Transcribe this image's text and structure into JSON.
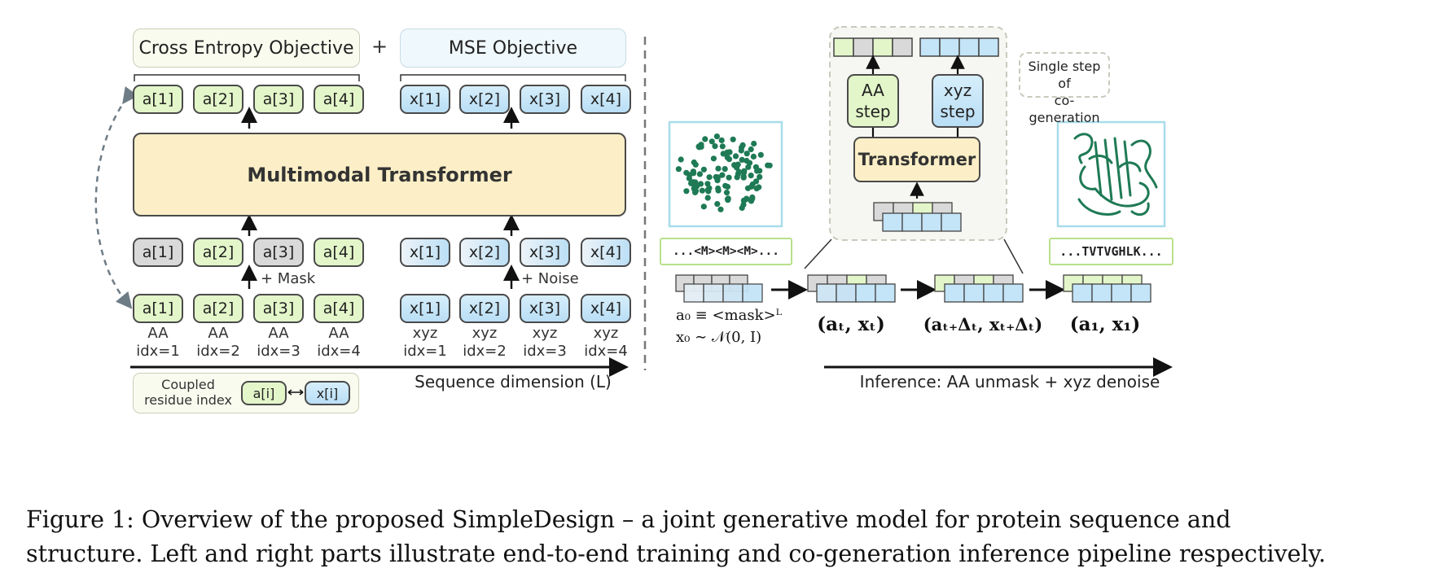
{
  "left": {
    "objective_ce": "Cross Entropy Objective",
    "plus": "+",
    "objective_mse": "MSE Objective",
    "transformer": "Multimodal Transformer",
    "aa_tokens": [
      "a[1]",
      "a[2]",
      "a[3]",
      "a[4]"
    ],
    "xyz_tokens": [
      "x[1]",
      "x[2]",
      "x[3]",
      "x[4]"
    ],
    "mask_label": "+ Mask",
    "noise_label": "+ Noise",
    "aa_index_labels": [
      [
        "AA",
        "idx=1"
      ],
      [
        "AA",
        "idx=2"
      ],
      [
        "AA",
        "idx=3"
      ],
      [
        "AA",
        "idx=4"
      ]
    ],
    "xyz_index_labels": [
      [
        "xyz",
        "idx=1"
      ],
      [
        "xyz",
        "idx=2"
      ],
      [
        "xyz",
        "idx=3"
      ],
      [
        "xyz",
        "idx=4"
      ]
    ],
    "seq_dimension": "Sequence dimension (L)",
    "legend": {
      "line1": "Coupled",
      "line2": "residue index",
      "aa": "a[i]",
      "xyz": "x[i]"
    }
  },
  "right": {
    "aa_step": [
      "AA",
      "step"
    ],
    "xyz_step": [
      "xyz",
      "step"
    ],
    "transformer": "Transformer",
    "single_step": [
      "Single step of",
      "co-generation"
    ],
    "mask_seq": "...<M><M><M>...",
    "final_seq": "...TVTVGHLK...",
    "init_a": "a₀ ≡ <mask>ᴸ",
    "init_x": "x₀ ∼ 𝒩(0, I)",
    "state_t": "(aₜ, xₜ)",
    "state_tdt": "(aₜ₊Δₜ, xₜ₊Δₜ)",
    "state_1": "(a₁, x₁)",
    "inference": "Inference: AA unmask + xyz denoise"
  },
  "caption": {
    "line1": "Figure 1:  Overview of the proposed SimpleDesign – a joint generative model for protein sequence and",
    "line2": "structure. Left and right parts illustrate end-to-end training and co-generation inference pipeline respectively."
  },
  "colors": {
    "aa": "#e3f6c9",
    "xyz": "#c4e4f7",
    "transformer": "#fcefc7",
    "mask": "#d9d9d9",
    "protein": "#1e7a55"
  }
}
